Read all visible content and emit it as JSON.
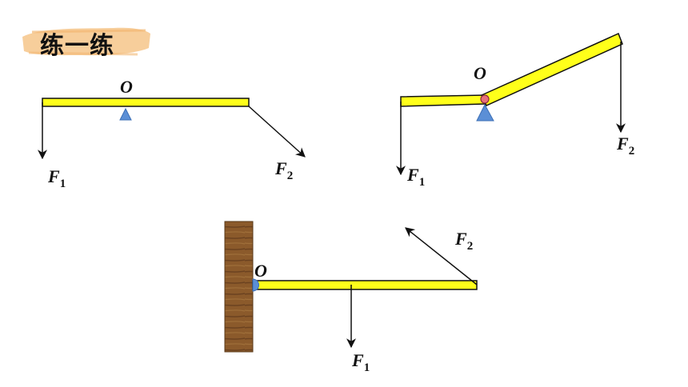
{
  "title": "练一练",
  "colors": {
    "beam_fill": "#ffff1a",
    "beam_stroke": "#111111",
    "support_fill": "#5b8fd6",
    "pin_fill": "#e8707a",
    "wall_fill": "#8b5a2b",
    "brush_fill": "#f6c58a"
  },
  "diagrams": [
    {
      "id": "top-left",
      "pivot_label": "O",
      "forces": [
        {
          "name": "F",
          "sub": "1"
        },
        {
          "name": "F",
          "sub": "2"
        }
      ]
    },
    {
      "id": "top-right",
      "pivot_label": "O",
      "forces": [
        {
          "name": "F",
          "sub": "1"
        },
        {
          "name": "F",
          "sub": "2"
        }
      ]
    },
    {
      "id": "bottom-wall",
      "pivot_label": "O",
      "forces": [
        {
          "name": "F",
          "sub": "2"
        },
        {
          "name": "F",
          "sub": "1"
        }
      ]
    }
  ]
}
